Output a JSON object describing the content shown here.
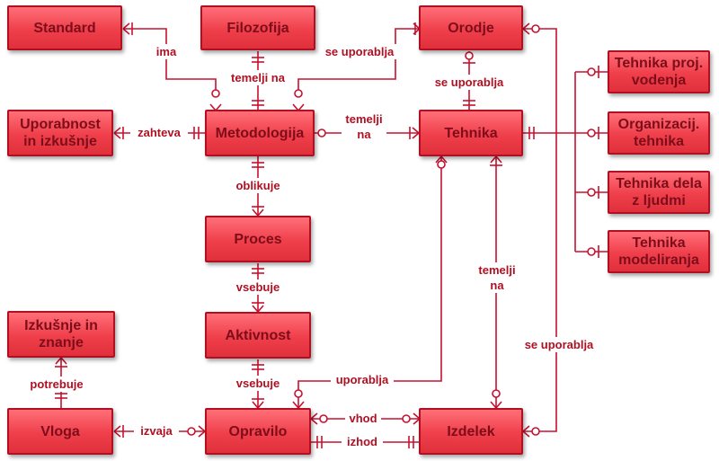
{
  "entities": {
    "standard": "Standard",
    "filozofija": "Filozofija",
    "orodje": "Orodje",
    "uporabnost": "Uporabnost\nin izkušnje",
    "metodologija": "Metodologija",
    "tehnika": "Tehnika",
    "proces": "Proces",
    "aktivnost": "Aktivnost",
    "izkusnje": "Izkušnje in\nznanje",
    "vloga": "Vloga",
    "opravilo": "Opravilo",
    "izdelek": "Izdelek",
    "tehnika_proj": "Tehnika proj.\nvodenja",
    "tehnika_org": "Organizacij.\ntehnika",
    "tehnika_ljudi": "Tehnika dela\nz ljudmi",
    "tehnika_model": "Tehnika\nmodeliranja"
  },
  "relations": {
    "ima": "ima",
    "temelji_na_filo": "temelji na",
    "se_uporablja_orodje": "se uporablja",
    "se_uporablja_orodje_tehnika": "se uporablja",
    "zahteva": "zahteva",
    "temelji_na_meto_teh_1": "temelji",
    "temelji_na_meto_teh_2": "na",
    "oblikuje": "oblikuje",
    "vsebuje_1": "vsebuje",
    "vsebuje_2": "vsebuje",
    "potrebuje": "potrebuje",
    "izvaja": "izvaja",
    "uporablja": "uporablja",
    "vhod": "vhod",
    "izhod": "izhod",
    "temelji_na_teh_izd_1": "temelji",
    "temelji_na_teh_izd_2": "na",
    "se_uporablja_izdelek": "se uporablja"
  }
}
